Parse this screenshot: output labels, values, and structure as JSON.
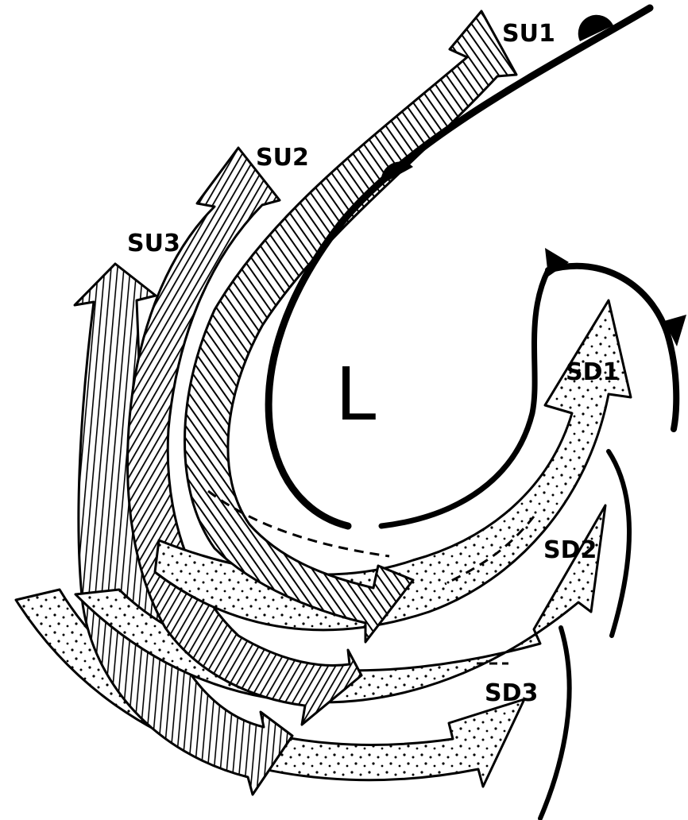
{
  "diagram": {
    "low_label": "L",
    "streams": {
      "su1": "SU1",
      "su2": "SU2",
      "su3": "SU3",
      "sd1": "SD1",
      "sd2": "SD2",
      "sd3": "SD3"
    },
    "colors": {
      "ink": "#000000",
      "paper": "#ffffff"
    }
  }
}
